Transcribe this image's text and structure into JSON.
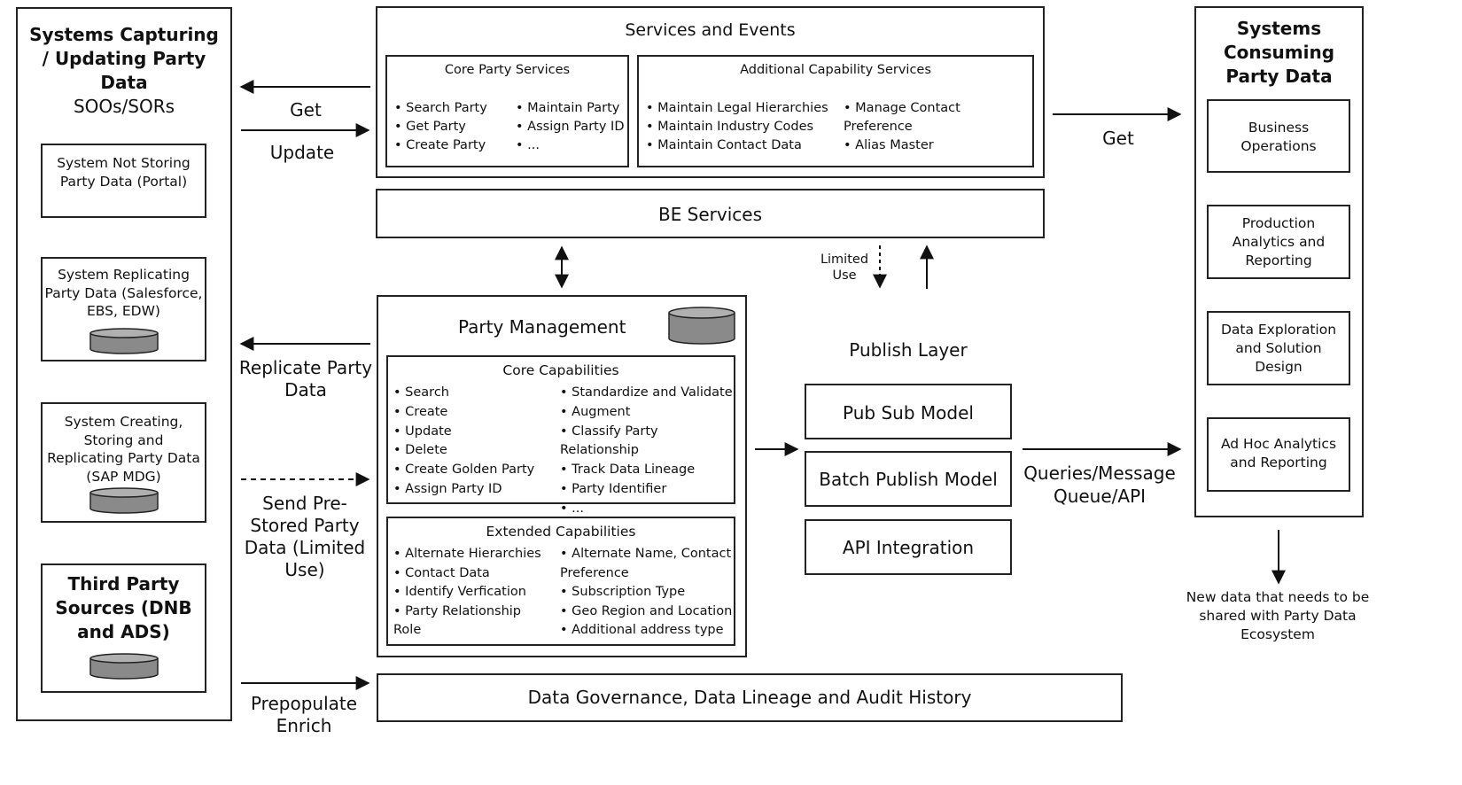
{
  "left_panel": {
    "title": "Systems Capturing / Updating Party Data",
    "subtitle": "SOOs/SORs",
    "systems": [
      {
        "label": "System Not Storing Party Data (Portal)"
      },
      {
        "label": "System Replicating Party Data (Salesforce, EBS, EDW)"
      },
      {
        "label": "System Creating, Storing and Replicating Party Data (SAP MDG)"
      },
      {
        "label": "Third Party Sources (DNB and ADS)"
      }
    ]
  },
  "arrow_labels": {
    "get_left": "Get",
    "update": "Update",
    "replicate": "Replicate Party Data",
    "send_prestored": "Send Pre-Stored Party Data (Limited Use)",
    "prepopulate": "Prepopulate Enrich",
    "limited_use": "Limited Use",
    "get_right": "Get",
    "queries": "Queries/Message Queue/API"
  },
  "services": {
    "title": "Services and Events",
    "core": {
      "title": "Core Party Services",
      "col1": [
        "Search Party",
        "Get Party",
        "Create Party"
      ],
      "col2": [
        "Maintain Party",
        "Assign Party ID",
        "..."
      ]
    },
    "additional": {
      "title": "Additional Capability Services",
      "col1": [
        "Maintain Legal Hierarchies",
        "Maintain Industry Codes",
        "Maintain Contact Data"
      ],
      "col2": [
        "Manage Contact Preference",
        "Alias Master"
      ]
    }
  },
  "be_services": "BE Services",
  "party_mgmt": {
    "title": "Party Management",
    "core": {
      "title": "Core Capabilities",
      "col1": [
        "Search",
        "Create",
        "Update",
        "Delete",
        "Create Golden Party",
        "Assign Party ID"
      ],
      "col2": [
        "Standardize and Validate",
        "Augment",
        "Classify Party Relationship",
        "Track Data Lineage",
        "Party Identifier",
        "..."
      ]
    },
    "extended": {
      "title": "Extended Capabilities",
      "col1": [
        "Alternate Hierarchies",
        "Contact Data",
        "Identify Verfication",
        "Party Relationship Role"
      ],
      "col2": [
        "Alternate Name, Contact Preference",
        "Subscription Type",
        "Geo Region and Location",
        "Additional address type"
      ]
    }
  },
  "publish": {
    "title": "Publish Layer",
    "models": [
      "Pub Sub Model",
      "Batch Publish Model",
      "API Integration"
    ]
  },
  "data_governance": "Data Governance, Data Lineage and Audit History",
  "right_panel": {
    "title": "Systems Consuming Party Data",
    "consumers": [
      "Business Operations",
      "Production Analytics and Reporting",
      "Data Exploration and Solution Design",
      "Ad Hoc Analytics and Reporting"
    ]
  },
  "new_data_note": "New data that needs to be shared with Party Data Ecosystem"
}
